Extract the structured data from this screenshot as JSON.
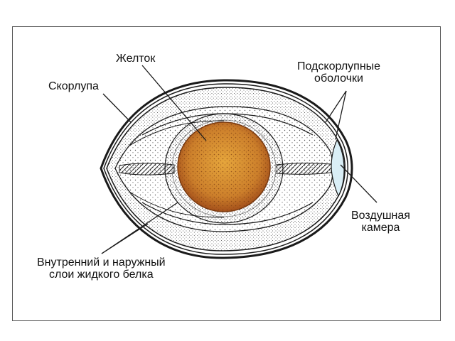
{
  "labels": {
    "yolk": "Желток",
    "shell": "Скорлупа",
    "shell_membranes": "Подскорлупные\nоболочки",
    "air_cell": "Воздушная\nкамера",
    "liquid_albumen": "Внутренний и наружный\nслои жидкого белка"
  },
  "colors": {
    "outline": "#1a1a1a",
    "yolk_center": "#e2a23a",
    "yolk_edge": "#b5601f",
    "albumen": "#f4f4f4",
    "air_cell": "#d9eef6",
    "frame": "#555555"
  }
}
